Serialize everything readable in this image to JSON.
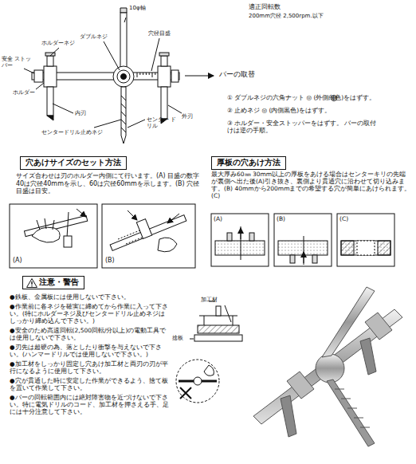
{
  "diagram": {
    "nodes": [
      {
        "text": [
          "穴あけサイズのセット方法"
        ]
      },
      {
        "text": [
          "厚板の穴あけ方法"
        ]
      },
      {
        "text": [
          "注意・警告"
        ]
      }
    ],
    "labels": [
      "10φ軸",
      "ダブルネジ",
      "穴径目盛",
      "ホルダーネジ",
      "安全 ストッパー",
      "ホルダー",
      "内刃",
      "センタードリル止めネジ",
      "センター ドリル",
      "外刃",
      "適正回転数",
      "200mm穴径 2,500rpm.以下",
      "バーの取替",
      "① ダブルネジの六角ナット ◎ (外側白色)をはずす。",
      "② 止めネジ ◎ (内側黒色)をはずす。",
      "③ ホルダー・安全ストッパーをはずす。 バーの取付けは逆の手順。",
      "サイズ合わせは刃のホルダー内側にて行います。(A) 目盛の数字40は穴径40mmを示し、60は穴径60mmを示します。(B) 穴径目盛は目安。",
      "(A)",
      "(B)",
      "最大厚み60㎜ 30mm以上の厚板をあける場合はセンターキリの先端が裏側へ出た後(A)引き抜き、裏側より貫通穴に沿わせて切り込みます。(B) 40mmから200mmまでの希望する穴が簡単にあけられます。(C)",
      "(A)",
      "(B)",
      "(C)",
      "加工材",
      "捨板",
      "●鉄板、金属板には使用しないで下さい。",
      "●作業前に各ネジを確実に締めてから作業に入って下さい。(特にホルダーネジ及びセンタードリル止めネジはしっかり締め込んで下さい。)",
      "●安全のため高速回転(2,500回転/分以上)の電動工具では使用しないで下さい。",
      "●刃先は超硬の為、落としたり衝撃を与えないで下さい。(ハンマードリルでは使用しないで下さい。)",
      "●加工材をしっかり固定し穴あけ加工材と両刃の刃が平行になるように使用して下さい。",
      "●穴が貫通した時に安定した作業ができるよう、捨て板を置いて作業して下さい。",
      "●バーの回転範囲内には絶対障害物を近づけないで下さい。特に電気ドリルのコード、加工材を押さえる手、足には十分注意して下さい。"
    ]
  }
}
